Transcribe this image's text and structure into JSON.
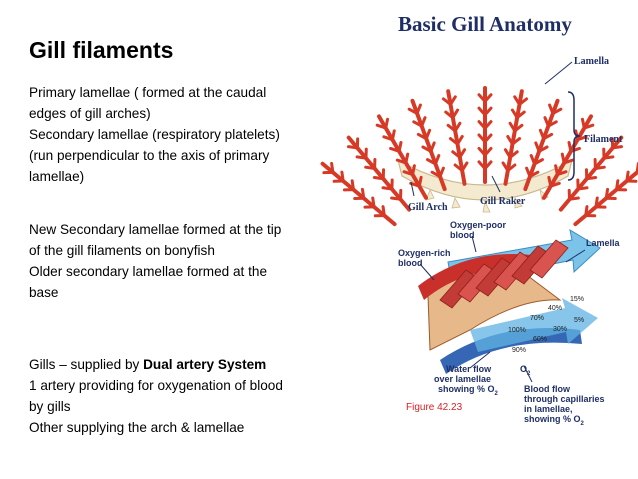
{
  "text": {
    "title": "Gill filaments",
    "p1": "Primary lamellae ( formed at the caudal",
    "p2": "edges of gill arches)",
    "p3": "Secondary lamellae (respiratory  platelets)",
    "p4": "(run perpendicular to the axis of  primary",
    "p5": "lamellae)",
    "p6": "New Secondary lamellae formed at the tip",
    "p7": "of the gill filaments on bonyfish",
    "p8": "Older secondary lamellae formed at the",
    "p9": "base",
    "p10_prefix": "Gills – supplied by ",
    "p10_bold": "Dual artery System",
    "p11": "1 artery providing for oxygenation of blood",
    "p12": "by gills",
    "p13": "Other supplying the arch & lamellae"
  },
  "figure_top": {
    "title": "Basic Gill Anatomy",
    "lamella": "Lamella",
    "filament": "Filament",
    "gill_arch": "Gill Arch",
    "gill_raker": "Gill Raker"
  },
  "figure_bottom": {
    "oxygen_poor_1": "Oxygen-poor",
    "oxygen_poor_2": "blood",
    "oxygen_rich_1": "Oxygen-rich",
    "oxygen_rich_2": "blood",
    "lamella": "Lamella",
    "water_1": "Water flow",
    "water_2": "over lamellae",
    "water_3": "showing % O",
    "water_sub": "2",
    "o2": "O",
    "o2_sub": "2",
    "blood_1": "Blood flow",
    "blood_2": "through capillaries",
    "blood_3": "in lamellae,",
    "blood_4": "showing % O",
    "blood_sub": "2",
    "figure": "Figure 42.23",
    "pct_a": "15%",
    "pct_b": "40%",
    "pct_c": "70%",
    "pct_d": "100%",
    "pct_e": "5%",
    "pct_f": "30%",
    "pct_g": "60%",
    "pct_h": "90%"
  },
  "colors": {
    "filament_red": "#d63a26",
    "arch_cream": "#f3ead0",
    "label_blue": "#1f2f66",
    "water_blue": "#4aa3d8",
    "figure_red": "#d81f26"
  }
}
